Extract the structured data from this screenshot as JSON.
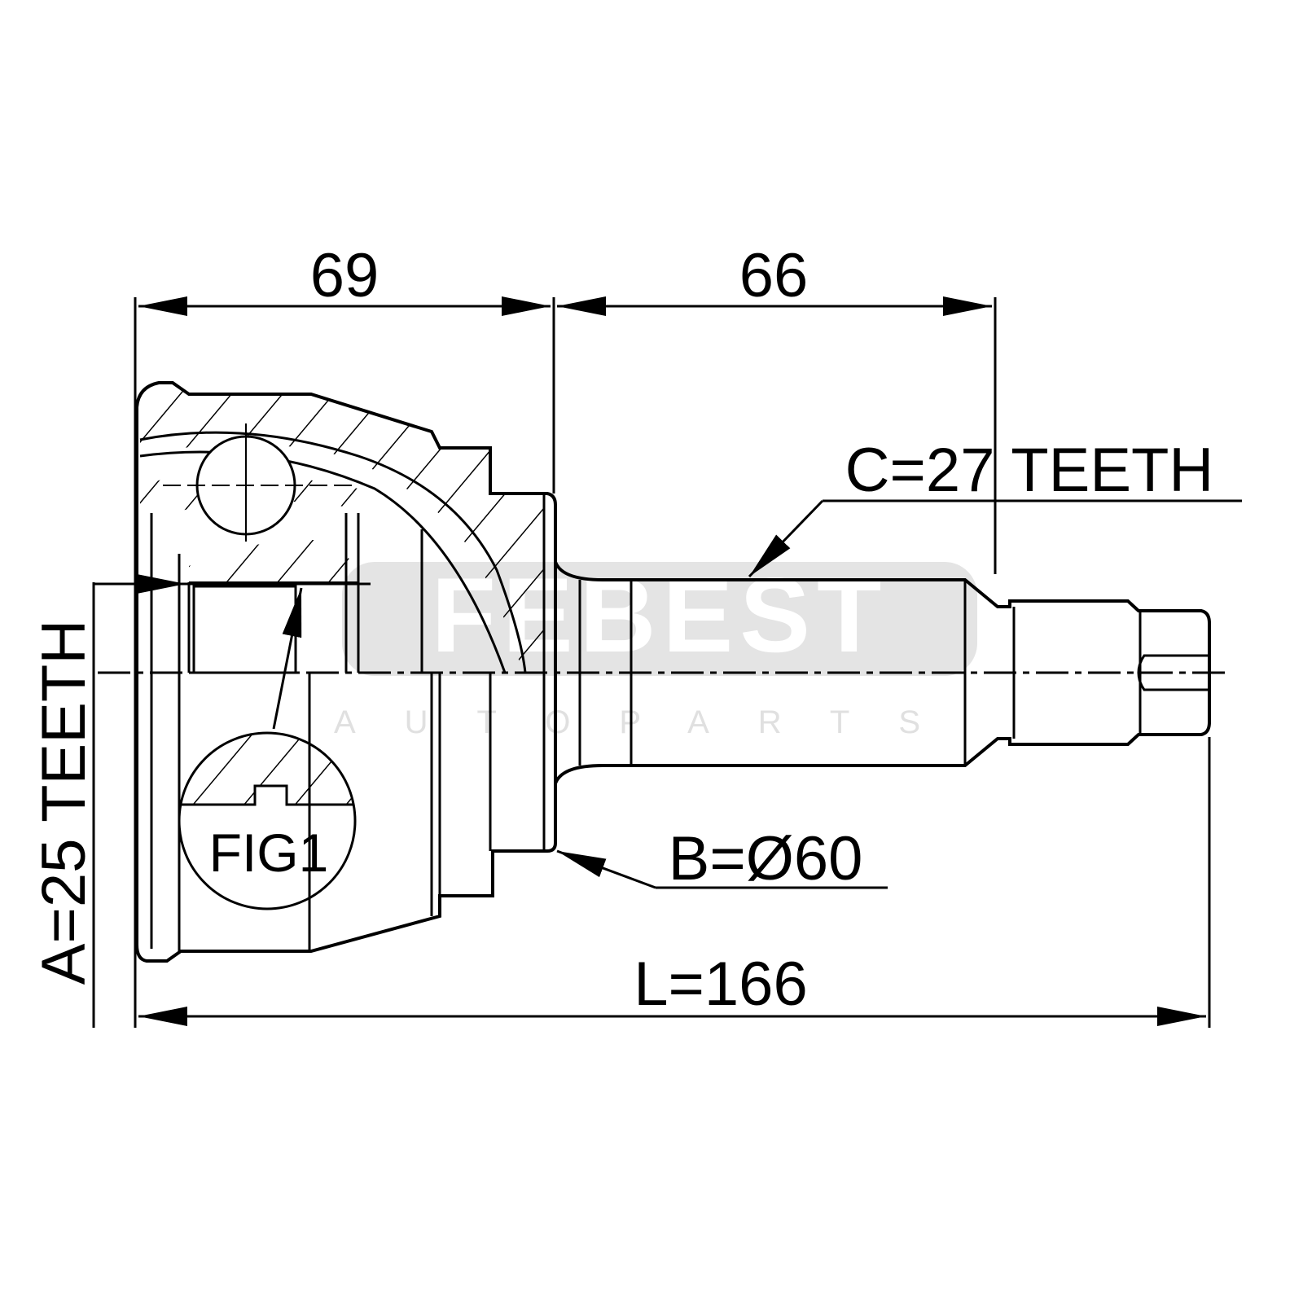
{
  "drawing": {
    "title": "CV joint outer",
    "dimensions": {
      "housing_length": "69",
      "shaft_length": "66",
      "overall_length": "L=166",
      "inner_teeth": "A=25 TEETH",
      "abs_diameter": "B=Ø60",
      "outer_teeth": "C=27 TEETH",
      "detail_label": "FIG1"
    },
    "watermark": {
      "brand": "FEBEST",
      "sub": "A U T O   P A R T S"
    },
    "colors": {
      "line": "#000000",
      "watermark": "#e2e2e2"
    }
  }
}
